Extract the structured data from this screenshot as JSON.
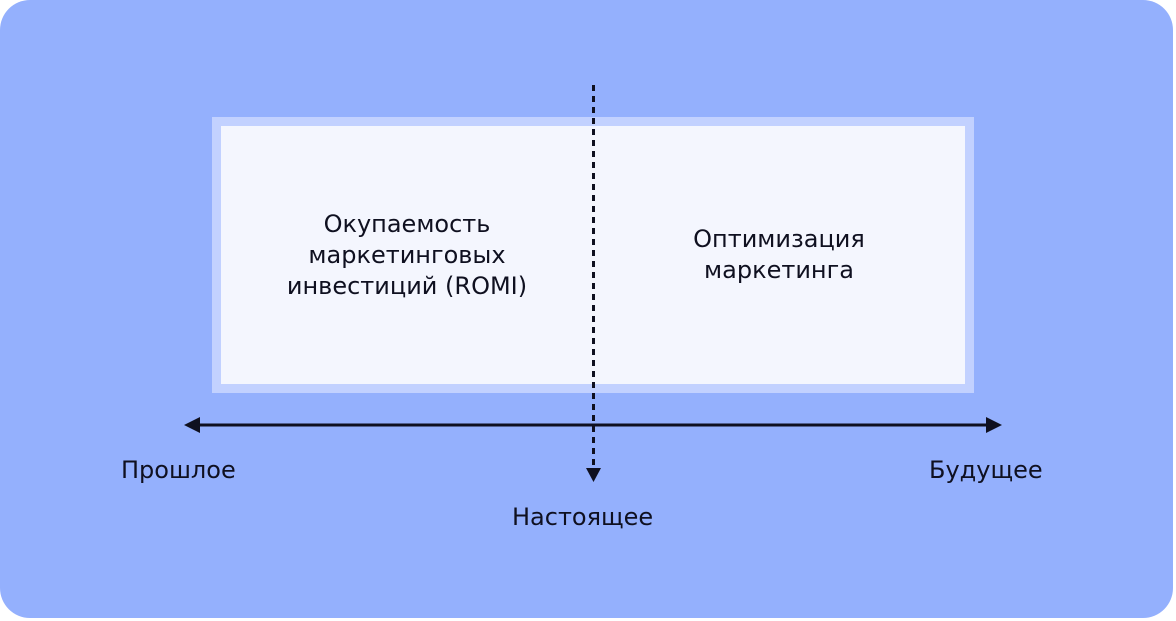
{
  "diagram": {
    "left_block": [
      "Окупаемость",
      "маркетинговых",
      "инвестиций (ROMI)"
    ],
    "right_block": [
      "Оптимизация",
      "маркетинга"
    ],
    "axis": {
      "past": "Прошлое",
      "present": "Настоящее",
      "future": "Будущее"
    }
  },
  "colors": {
    "background": "#94b0fd",
    "box_border": "#c2d1ff",
    "box_fill": "#f4f6fe",
    "ink": "#0f1020"
  }
}
